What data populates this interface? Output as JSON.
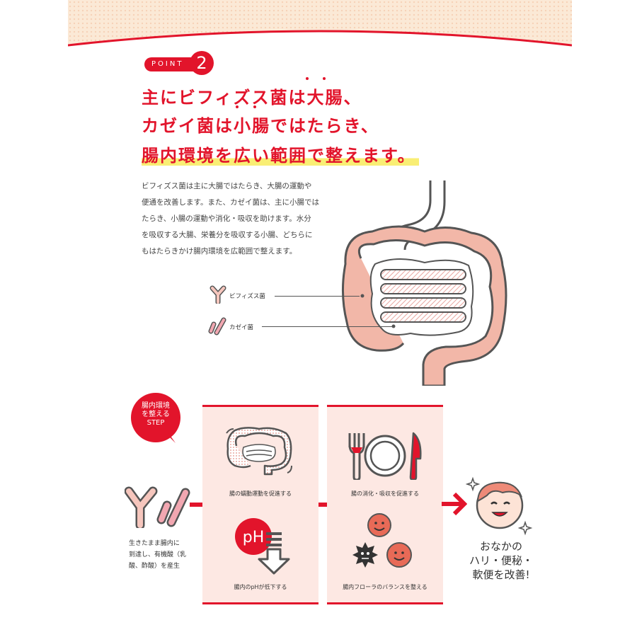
{
  "point": {
    "label": "POINT",
    "number": "2"
  },
  "headline": {
    "line1": "主にビフィズス菌は大腸、",
    "line2": "カゼイ菌は小腸ではたらき、",
    "line3": "腸内環境を広い範囲で整えます。"
  },
  "description": [
    "ビフィズス菌は主に大腸ではたらき、大腸の運動や",
    "便通を改善します。また、カゼイ菌は、主に小腸では",
    "たらき、小腸の運動や消化・吸収を助けます。水分",
    "を吸収する大腸、栄養分を吸収する小腸、どちらに",
    "もはたらきかけ腸内環境を広範囲で整えます。"
  ],
  "legend": {
    "bifidus": "ビフィズス菌",
    "casei": "カゼイ菌"
  },
  "step_badge": [
    "腸内環境",
    "を整える",
    "STEP"
  ],
  "bacteria_text": [
    "生きたまま腸内に",
    "到達し、有機酸（乳",
    "酸、酢酸）を産生"
  ],
  "cards": {
    "peristalsis": "腸の蠕動運動を促進する",
    "ph_symbol": "pH",
    "ph": "腸内のpHが低下する",
    "digestion": "腸の消化・吸収を促進する",
    "flora": "腸内フローラのバランスを整える"
  },
  "result": [
    "おなかの",
    "ハリ・便秘・",
    "軟便を改善!"
  ],
  "colors": {
    "accent": "#e2142b",
    "card": "#fde8e3",
    "intestine": "#f2b7a8",
    "highlight": "#f9ee74"
  }
}
